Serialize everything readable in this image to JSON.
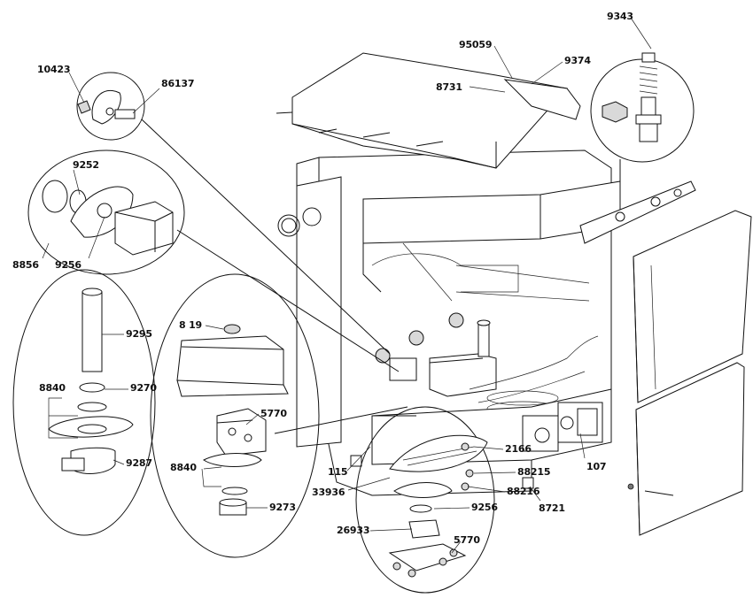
{
  "labels": [
    {
      "id": "l10423",
      "text": "10423"
    },
    {
      "id": "l86137",
      "text": "86137"
    },
    {
      "id": "l9252",
      "text": "9252"
    },
    {
      "id": "l8856",
      "text": "8856"
    },
    {
      "id": "l9256a",
      "text": "9256"
    },
    {
      "id": "l9295",
      "text": "9295"
    },
    {
      "id": "l8840a",
      "text": "8840"
    },
    {
      "id": "l9270",
      "text": "9270"
    },
    {
      "id": "l9287",
      "text": "9287"
    },
    {
      "id": "l819",
      "text": "8 19"
    },
    {
      "id": "l5770a",
      "text": "5770"
    },
    {
      "id": "l8840b",
      "text": "8840"
    },
    {
      "id": "l9273",
      "text": "9273"
    },
    {
      "id": "l95059",
      "text": "95059"
    },
    {
      "id": "l9374",
      "text": "9374"
    },
    {
      "id": "l8731",
      "text": "8731"
    },
    {
      "id": "l9343",
      "text": "9343"
    },
    {
      "id": "l115",
      "text": "115"
    },
    {
      "id": "l33936",
      "text": "33936"
    },
    {
      "id": "l2166",
      "text": "2166"
    },
    {
      "id": "l88215",
      "text": "88215"
    },
    {
      "id": "l88216",
      "text": "88216"
    },
    {
      "id": "l9256b",
      "text": "9256"
    },
    {
      "id": "l26933",
      "text": "26933"
    },
    {
      "id": "l5770b",
      "text": "5770"
    },
    {
      "id": "l107",
      "text": "107"
    },
    {
      "id": "l8721",
      "text": "8721"
    }
  ]
}
